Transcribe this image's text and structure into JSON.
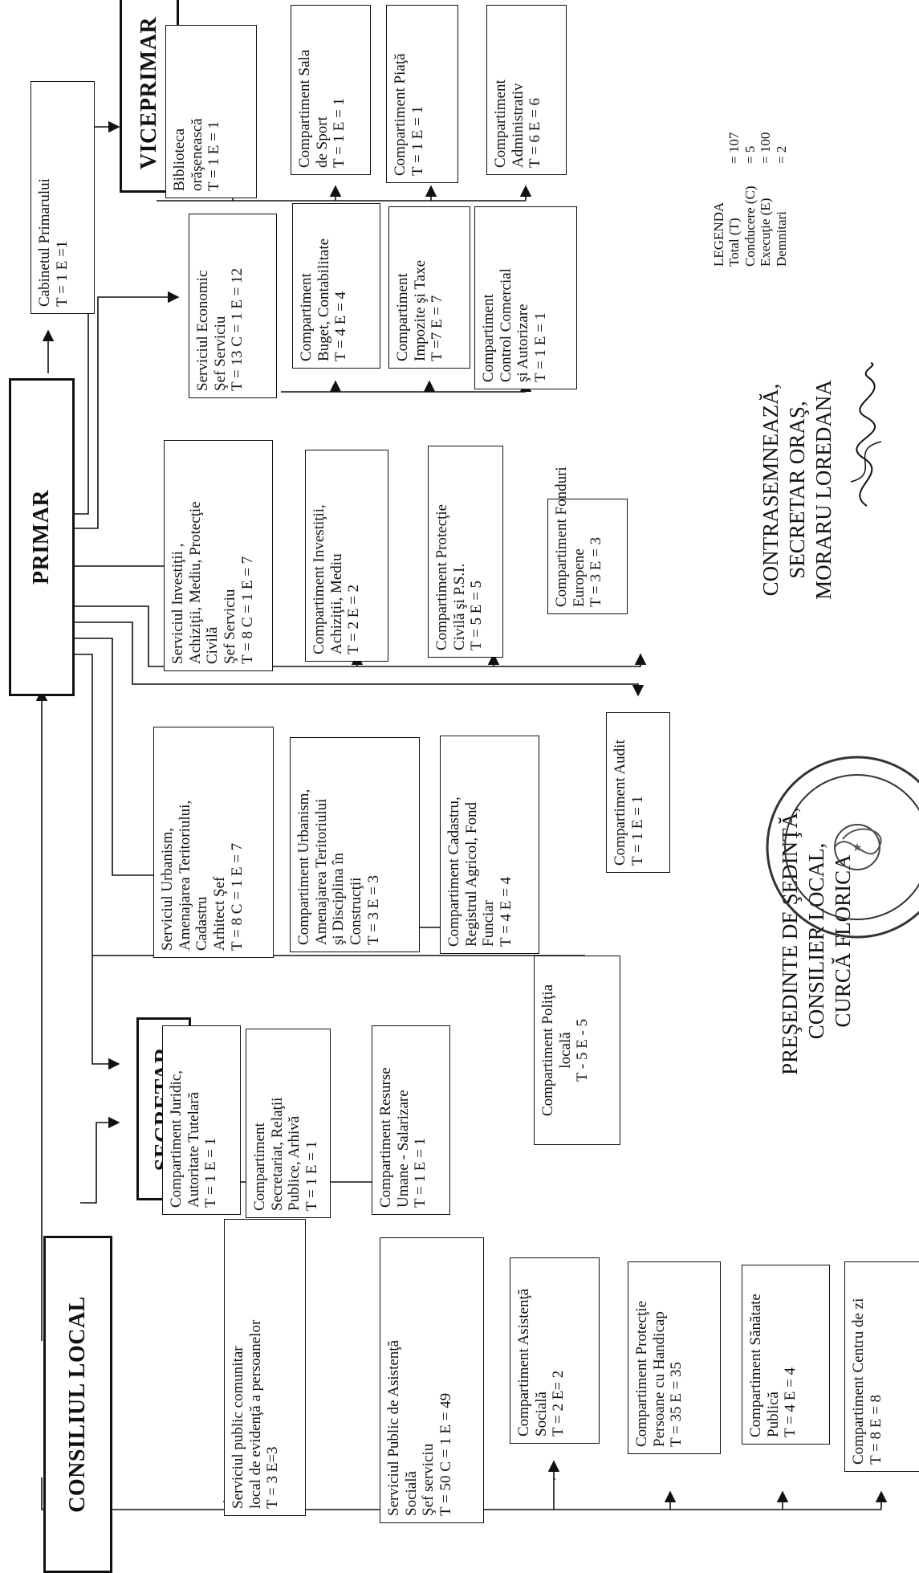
{
  "org": {
    "council": "CONSILIUL LOCAL",
    "mayor": "PRIMAR",
    "vice": "VICEPRIMAR",
    "secretary": "SECRETAR",
    "cabinet": [
      "Cabinetul Primarului",
      "T = 1   E =1"
    ]
  },
  "vice_boxes": [
    [
      "Biblioteca",
      "orăşenească",
      "T = 1   E = 1"
    ],
    [
      "Compartiment Sala",
      "de Sport",
      "T = 1   E = 1"
    ],
    [
      "Compartiment Piaţă",
      "T = 1   E = 1"
    ],
    [
      "Compartiment",
      "Administrativ",
      "T = 6   E = 6"
    ]
  ],
  "economic": [
    [
      "Serviciul Economic",
      "Şef Serviciu",
      "T = 13  C = 1  E = 12"
    ],
    [
      "Compartiment",
      "Buget, Contabilitate",
      "T = 4   E = 4"
    ],
    [
      "Compartiment",
      "Impozite şi Taxe",
      "T =7   E = 7"
    ],
    [
      "Compartiment",
      "Control Comercial",
      "şi Autorizare",
      "T = 1   E = 1"
    ]
  ],
  "investitii": [
    [
      "Serviciul Investiţii ,",
      "Achiziţii, Mediu, Protecţie",
      "Civilă",
      "Şef Serviciu",
      "T = 8   C = 1    E = 7"
    ],
    [
      "Compartiment Investiţii,",
      "Achiziţii, Mediu",
      "T = 2    E = 2"
    ],
    [
      "Compartiment Protecţie",
      "Civilă şi P.S.I.",
      "T = 5    E = 5"
    ],
    [
      "Compartiment Fonduri",
      "Europene",
      "T = 3    E = 3"
    ]
  ],
  "urbanism": [
    [
      "Serviciul Urbanism,",
      "Amenajarea Teritoriului,",
      "Cadastru",
      "Arhitect Şef",
      "T = 8   C = 1    E = 7"
    ],
    [
      "Compartiment Urbanism,",
      "Amenajarea Teritoriului",
      "şi Disciplina în",
      "Construcţii",
      "T = 3    E = 3"
    ],
    [
      "Compartiment Cadastru,",
      "Registrul Agricol, Fond",
      "Funciar",
      "T = 4    E = 4"
    ],
    [
      "Compartiment Audit",
      "T = 1    E = 1"
    ]
  ],
  "secretar_boxes": [
    [
      "Compartiment Juridic,",
      "Autoritate Tutelară",
      "T = 1    E = 1"
    ],
    [
      "Compartiment",
      "Secretariat, Relaţii",
      "Publice, Arhivă",
      "T = 1    E = 1"
    ],
    [
      "Compartiment Resurse",
      "Umane - Salarizare",
      "T = 1    E = 1"
    ],
    [
      "Compartiment Poliţia",
      "locală",
      "T - 5              E - 5"
    ]
  ],
  "council_boxes": [
    [
      "Serviciul public comunitar",
      "local de evidenţă a persoanelor",
      "T = 3    E=3"
    ],
    [
      "Serviciul Public de Asistenţă",
      "Socială",
      "Şef serviciu",
      "T = 50    C = 1     E = 49"
    ],
    [
      "Compartiment Asistenţă",
      "Socială",
      "T = 2   E= 2"
    ],
    [
      "Compartiment Protecţie",
      "Persoane cu Handicap",
      "T = 35    E = 35"
    ],
    [
      "Compartiment Sănătate",
      "Publică",
      "T = 4    E = 4"
    ],
    [
      "Compartiment Centru de zi",
      "T = 8    E = 8"
    ]
  ],
  "legend": {
    "title": "LEGENDA",
    "rows": [
      [
        "Total    (T)",
        "= 107"
      ],
      [
        "Conducere (C)",
        "=   5"
      ],
      [
        "Execuţie  (E)",
        "=  100"
      ],
      [
        "Demnitari",
        "=    2"
      ]
    ]
  },
  "signatures": {
    "countersign": [
      "CONTRASEMNEAZĂ,",
      "SECRETAR ORAŞ,",
      "MORARU LOREDANA"
    ],
    "president": [
      "PREŞEDINTE DE ŞEDINŢĂ,",
      "CONSILIER LOCAL,",
      "CURCĂ FLORICA"
    ]
  }
}
